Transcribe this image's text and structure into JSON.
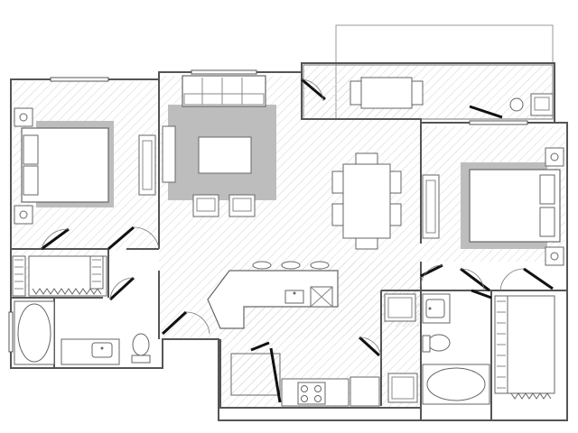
{
  "colors": {
    "background": "#ffffff",
    "wall": "#555555",
    "floor_hatch": "#d4d4d4",
    "rug": "#bdbdbd",
    "furniture_fill": "#ffffff",
    "furniture_stroke": "#666666",
    "door_swing": "#111111",
    "patio_line": "#9a9a9a"
  },
  "floor_plan": {
    "rooms": [
      "bedroom-left",
      "living-room",
      "dining-area",
      "kitchen",
      "bedroom-right",
      "bathroom-left",
      "bathroom-right",
      "laundry",
      "walk-in-closet-left",
      "walk-in-closet-right",
      "patio"
    ]
  }
}
